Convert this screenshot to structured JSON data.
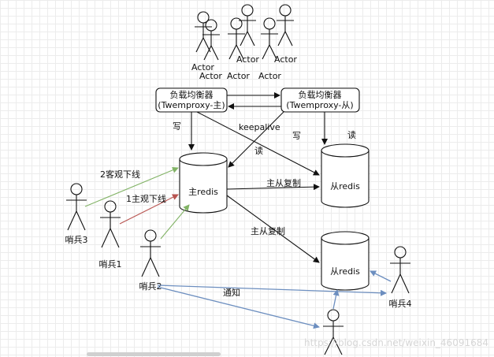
{
  "actors": {
    "top": [
      "Actor",
      "Actor",
      "Actor",
      "Actor",
      "Actor",
      "Actor"
    ]
  },
  "load_balancers": {
    "master": {
      "line1": "负载均衡器",
      "line2": "(Twemproxy-主)"
    },
    "slave": {
      "line1": "负载均衡器",
      "line2": "(Twemproxy-从)"
    }
  },
  "edge_labels": {
    "write_left": "写",
    "keepalive": "keepalive",
    "write_right": "写",
    "read_right": "读",
    "read_center": "读",
    "objective_down": "2客观下线",
    "subjective_down": "1主观下线",
    "replicate_1": "主从复制",
    "replicate_2": "主从复制",
    "notify": "通知"
  },
  "redis_nodes": {
    "master": "主redis",
    "slave1": "从redis",
    "slave2": "从redis"
  },
  "sentinels": {
    "s3": "哨兵3",
    "s1": "哨兵1",
    "s2": "哨兵2",
    "s4": "哨兵4"
  },
  "watermark": "https://blog.csdn.net/weixin_46091684",
  "colors": {
    "black": "#111111",
    "green": "#82b366",
    "red": "#b85450",
    "blue": "#6c8ebf"
  }
}
